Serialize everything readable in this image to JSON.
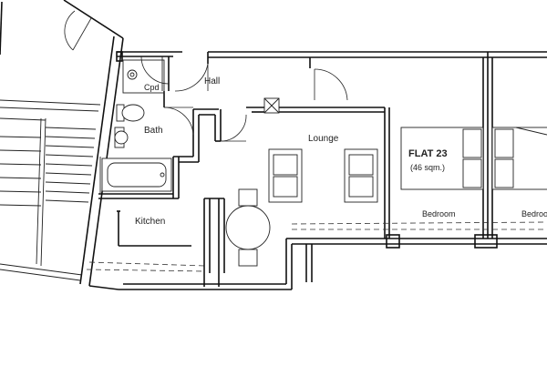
{
  "plan": {
    "rooms": {
      "hall": "Hall",
      "cpd": "Cpd",
      "bath": "Bath",
      "lounge": "Lounge",
      "kitchen": "Kitchen",
      "bedroom": "Bedroom",
      "bedroom_adjacent": "Bedroo"
    },
    "flat": {
      "name": "FLAT 23",
      "area": "(46 sqm.)"
    }
  }
}
